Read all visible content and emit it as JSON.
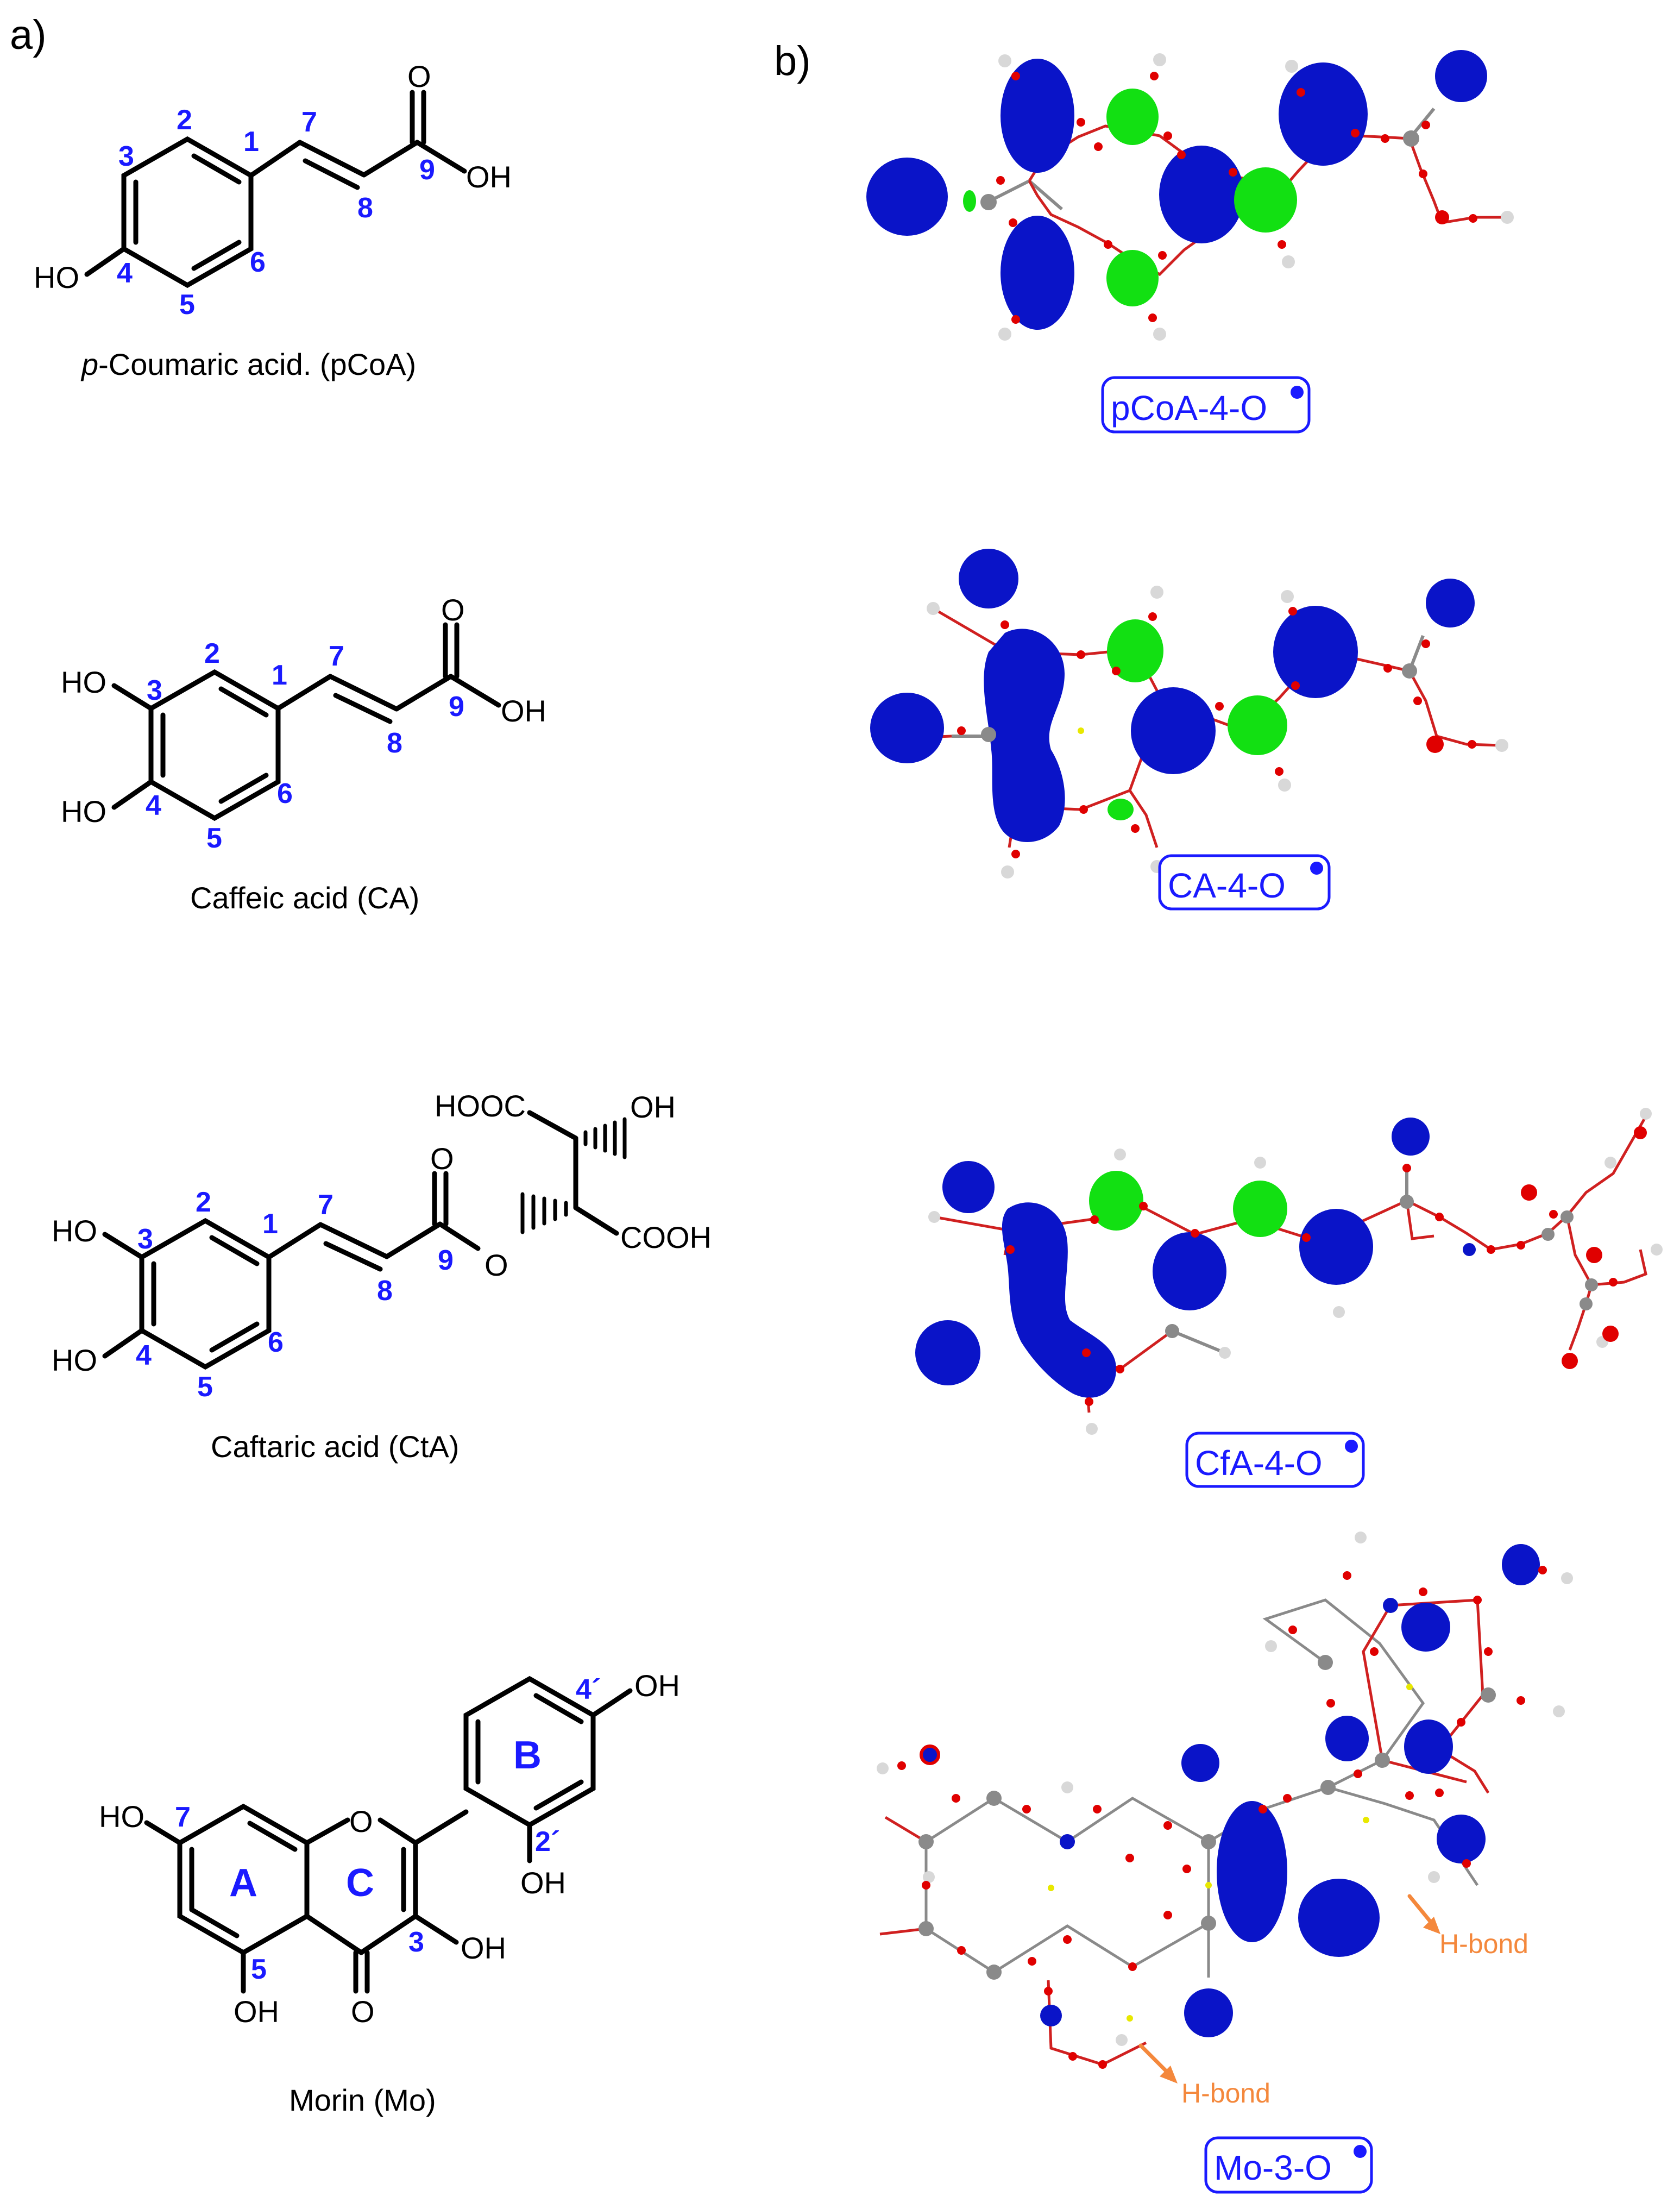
{
  "panels": {
    "a": {
      "label": "a)"
    },
    "b": {
      "label": "b)"
    }
  },
  "colors": {
    "bond": "#000000",
    "locant": "#1a1aff",
    "spin_positive": "#0a14c8",
    "spin_negative": "#12e012",
    "oxygen_atom": "#e00000",
    "carbon_atom": "#8a8a8a",
    "hydrogen_atom": "#d8d8d8",
    "bcp": "#e00000",
    "ring_cp": "#e8e800",
    "bond_path": "#8a8a8a",
    "hbond_arrow": "#f4883c",
    "box_border": "#1a1aff"
  },
  "molecules": {
    "pcoa": {
      "name_prefix": "p",
      "name_rest": "-Coumaric acid. (pCoA)",
      "locants": [
        "1",
        "2",
        "3",
        "4",
        "5",
        "6",
        "7",
        "8",
        "9"
      ],
      "groups": {
        "oh4": "HO",
        "carbonyl_o": "O",
        "acid_oh": "OH"
      }
    },
    "ca": {
      "name": "Caffeic acid (CA)",
      "locants": [
        "1",
        "2",
        "3",
        "4",
        "5",
        "6",
        "7",
        "8",
        "9"
      ],
      "groups": {
        "oh3": "HO",
        "oh4": "HO",
        "carbonyl_o": "O",
        "acid_oh": "OH"
      }
    },
    "cta": {
      "name": "Caftaric acid (CtA)",
      "locants": [
        "1",
        "2",
        "3",
        "4",
        "5",
        "6",
        "7",
        "8",
        "9"
      ],
      "groups": {
        "oh3": "HO",
        "oh4": "HO",
        "carbonyl_o": "O",
        "ester_o": "O",
        "hooc": "HOOC",
        "oh": "OH",
        "cooh": "COOH"
      }
    },
    "mo": {
      "name": "Morin (Mo)",
      "locants": [
        "7",
        "5",
        "3",
        "2´",
        "4´"
      ],
      "rings": [
        "A",
        "B",
        "C"
      ],
      "groups": {
        "oh7": "HO",
        "oh5": "OH",
        "oh3": "OH",
        "oh2p": "OH",
        "oh4p": "OH",
        "ring_o": "O",
        "keto_o": "O"
      }
    }
  },
  "radicals": {
    "pcoa": {
      "label": "pCoA-4-O"
    },
    "ca": {
      "label": "CA-4-O"
    },
    "cfa": {
      "label": "CfA-4-O"
    },
    "mo": {
      "label": "Mo-3-O",
      "annotations": [
        "H-bond",
        "H-bond"
      ]
    }
  }
}
